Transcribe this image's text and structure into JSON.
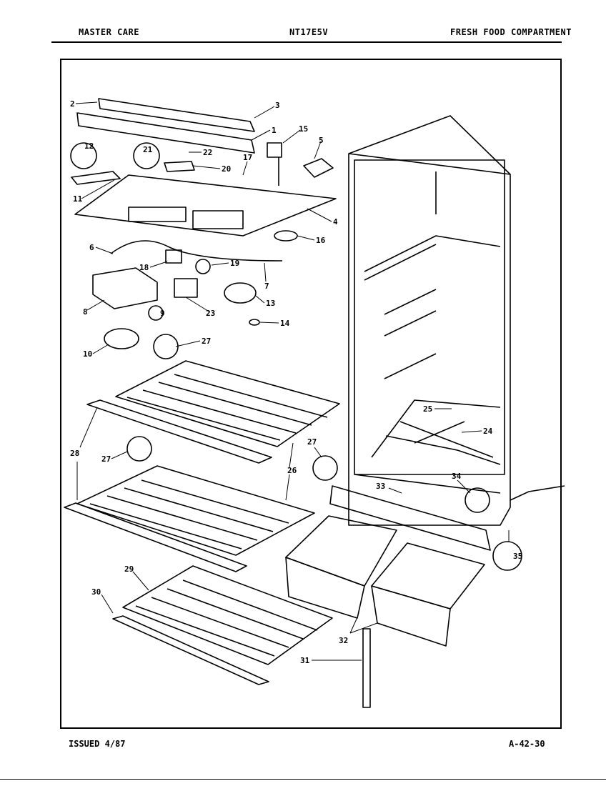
{
  "header": {
    "brand": "MASTER CARE",
    "model": "NT17E5V",
    "section": "FRESH FOOD COMPARTMENT"
  },
  "footer": {
    "issued": "ISSUED 4/87",
    "page_code": "A-42-30"
  },
  "callouts": [
    "2",
    "3",
    "1",
    "15",
    "5",
    "12",
    "21",
    "22",
    "20",
    "17",
    "11",
    "4",
    "16",
    "6",
    "18",
    "19",
    "7",
    "8",
    "9",
    "23",
    "13",
    "14",
    "10",
    "27",
    "25",
    "24",
    "28",
    "27",
    "26",
    "27",
    "34",
    "33",
    "35",
    "29",
    "30",
    "32",
    "31"
  ]
}
